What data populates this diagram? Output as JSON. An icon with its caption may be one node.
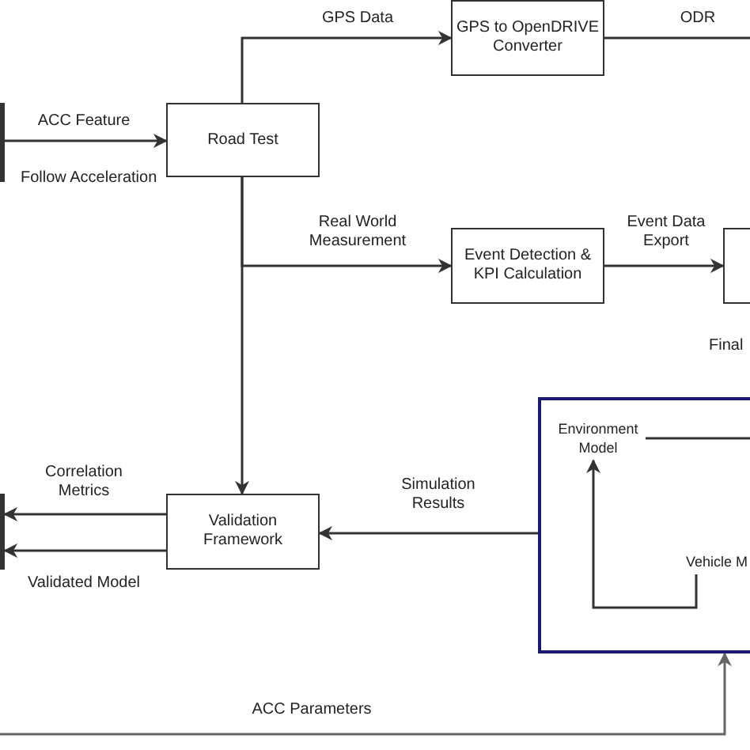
{
  "diagram": {
    "nodes": [
      {
        "text": [
          "Road Test"
        ]
      },
      {
        "text": [
          "GPS to OpenDRIVE Converter"
        ]
      },
      {
        "text": [
          "Event Detection & KPI Calculation"
        ]
      },
      {
        "text": [],
        "shape": "box"
      },
      {
        "text": [
          "Validation Framework"
        ]
      },
      {
        "text": [],
        "shape": "box"
      },
      {
        "text": [
          "Environment Model"
        ],
        "in": 5
      },
      {
        "text": [
          "Vehicle M"
        ],
        "in": 5
      },
      {
        "text": [],
        "shape": "bar"
      },
      {
        "text": [],
        "shape": "bar"
      }
    ],
    "edges": [
      {
        "from": 8,
        "to": 0,
        "arrow": "to",
        "label": "ACC Feature"
      },
      {
        "from": 0,
        "to": 1,
        "arrow": "to",
        "label": "GPS Data"
      },
      {
        "from": 1,
        "to": null,
        "arrow": "none",
        "label": "ODR"
      },
      {
        "from": 0,
        "to": 2,
        "arrow": "to",
        "label": "Real World Measurement"
      },
      {
        "from": 0,
        "to": 4,
        "arrow": "to"
      },
      {
        "from": 2,
        "to": 3,
        "arrow": "to",
        "label": "Event Data Export"
      },
      {
        "from": 5,
        "to": 4,
        "arrow": "to",
        "label": "Simulation Results"
      },
      {
        "from": 4,
        "to": 9,
        "arrow": "to",
        "label": "Correlation Metrics"
      },
      {
        "from": 4,
        "to": 9,
        "arrow": "to",
        "label": "Validated Model"
      },
      {
        "from": 6,
        "to": null,
        "arrow": "none"
      },
      {
        "from": 7,
        "to": 6,
        "arrow": "to"
      },
      {
        "from": null,
        "to": 5,
        "arrow": "to",
        "label": "ACC Parameters",
        "color": "#666666"
      }
    ],
    "labels": [
      "Follow Acceleration",
      "Final"
    ]
  }
}
